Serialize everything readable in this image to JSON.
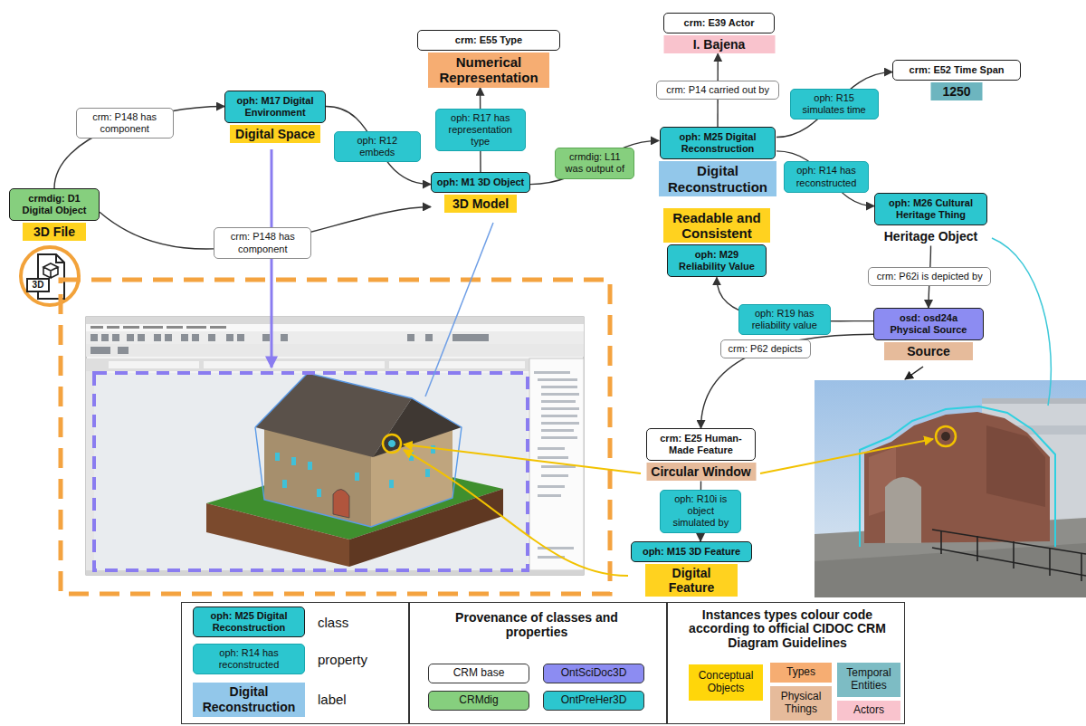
{
  "diagram": {
    "nodes": [
      {
        "text": [
          "crmdig: D1 Digital Object",
          "3D File"
        ]
      },
      {
        "text": [
          "oph: M17 Digital Environment",
          "Digital Space"
        ]
      },
      {
        "text": [
          "crm: E55 Type",
          "Numerical Representation"
        ]
      },
      {
        "text": [
          "oph: M1 3D Object",
          "3D Model"
        ]
      },
      {
        "text": [
          "crm: E39 Actor",
          "I. Bajena"
        ]
      },
      {
        "text": [
          "oph: M25 Digital Reconstruction",
          "Digital Reconstruction"
        ]
      },
      {
        "text": [
          "crm: E52 Time Span",
          "1250"
        ]
      },
      {
        "text": [
          "oph: M26 Cultural Heritage Thing",
          "Heritage Object"
        ]
      },
      {
        "text": [
          "Readable and Consistent",
          "oph: M29 Reliability Value"
        ]
      },
      {
        "text": [
          "osd: osd24a Physical Source",
          "Source"
        ]
      },
      {
        "text": [
          "crm: E25 Human-Made Feature",
          "Circular Window"
        ]
      },
      {
        "text": [
          "oph: M15 3D Feature",
          "Digital Feature"
        ]
      }
    ],
    "edges": [
      {
        "from": 0,
        "to": 1,
        "label": "crm: P148 has component",
        "arrow": "to"
      },
      {
        "from": 0,
        "to": 3,
        "label": "crm: P148 has component",
        "arrow": "to"
      },
      {
        "from": 1,
        "to": 3,
        "label": "oph: R12 embeds",
        "arrow": "to"
      },
      {
        "from": 3,
        "to": 2,
        "label": "oph: R17 has representation type",
        "arrow": "to"
      },
      {
        "from": 3,
        "to": 5,
        "label": "crmdig: L11 was output of",
        "arrow": "to"
      },
      {
        "from": 5,
        "to": 4,
        "label": "crm: P14 carried out by",
        "arrow": "to"
      },
      {
        "from": 5,
        "to": 6,
        "label": "oph: R15 simulates time",
        "arrow": "to"
      },
      {
        "from": 5,
        "to": 7,
        "label": "oph: R14 has reconstructed",
        "arrow": "to"
      },
      {
        "from": 7,
        "to": 9,
        "label": "crm: P62i is depicted by",
        "arrow": "to"
      },
      {
        "from": 9,
        "to": 8,
        "label": "oph: R19 has reliability value",
        "arrow": "to"
      },
      {
        "from": 9,
        "to": 10,
        "label": "crm: P62 depicts",
        "arrow": "to"
      },
      {
        "from": 10,
        "to": 11,
        "label": "oph: R10i is object simulated by",
        "arrow": "to"
      }
    ],
    "labels": [
      "3D",
      "oph: M25 Digital Reconstruction",
      "oph: R14 has reconstructed",
      "Digital Reconstruction",
      "Provenance of classes and properties",
      "Instances types colour code according to official CIDOC CRM Diagram Guidelines"
    ],
    "legend": [
      {
        "text": "class"
      },
      {
        "text": "property"
      },
      {
        "text": "label"
      },
      {
        "text": "CRM base",
        "color": "#ffffff"
      },
      {
        "text": "OntSciDoc3D",
        "color": "#8c8cf2"
      },
      {
        "text": "CRMdig",
        "color": "#86cf7e"
      },
      {
        "text": "OntPreHer3D",
        "color": "#2cc6cf"
      },
      {
        "text": "Conceptual Objects",
        "color": "#ffd60a"
      },
      {
        "text": "Types",
        "color": "#f6ad72"
      },
      {
        "text": "Physical Things",
        "color": "#e6bb9b"
      },
      {
        "text": "Temporal Entities",
        "color": "#7dbcc4"
      },
      {
        "text": "Actors",
        "color": "#f9c3cd"
      }
    ]
  }
}
